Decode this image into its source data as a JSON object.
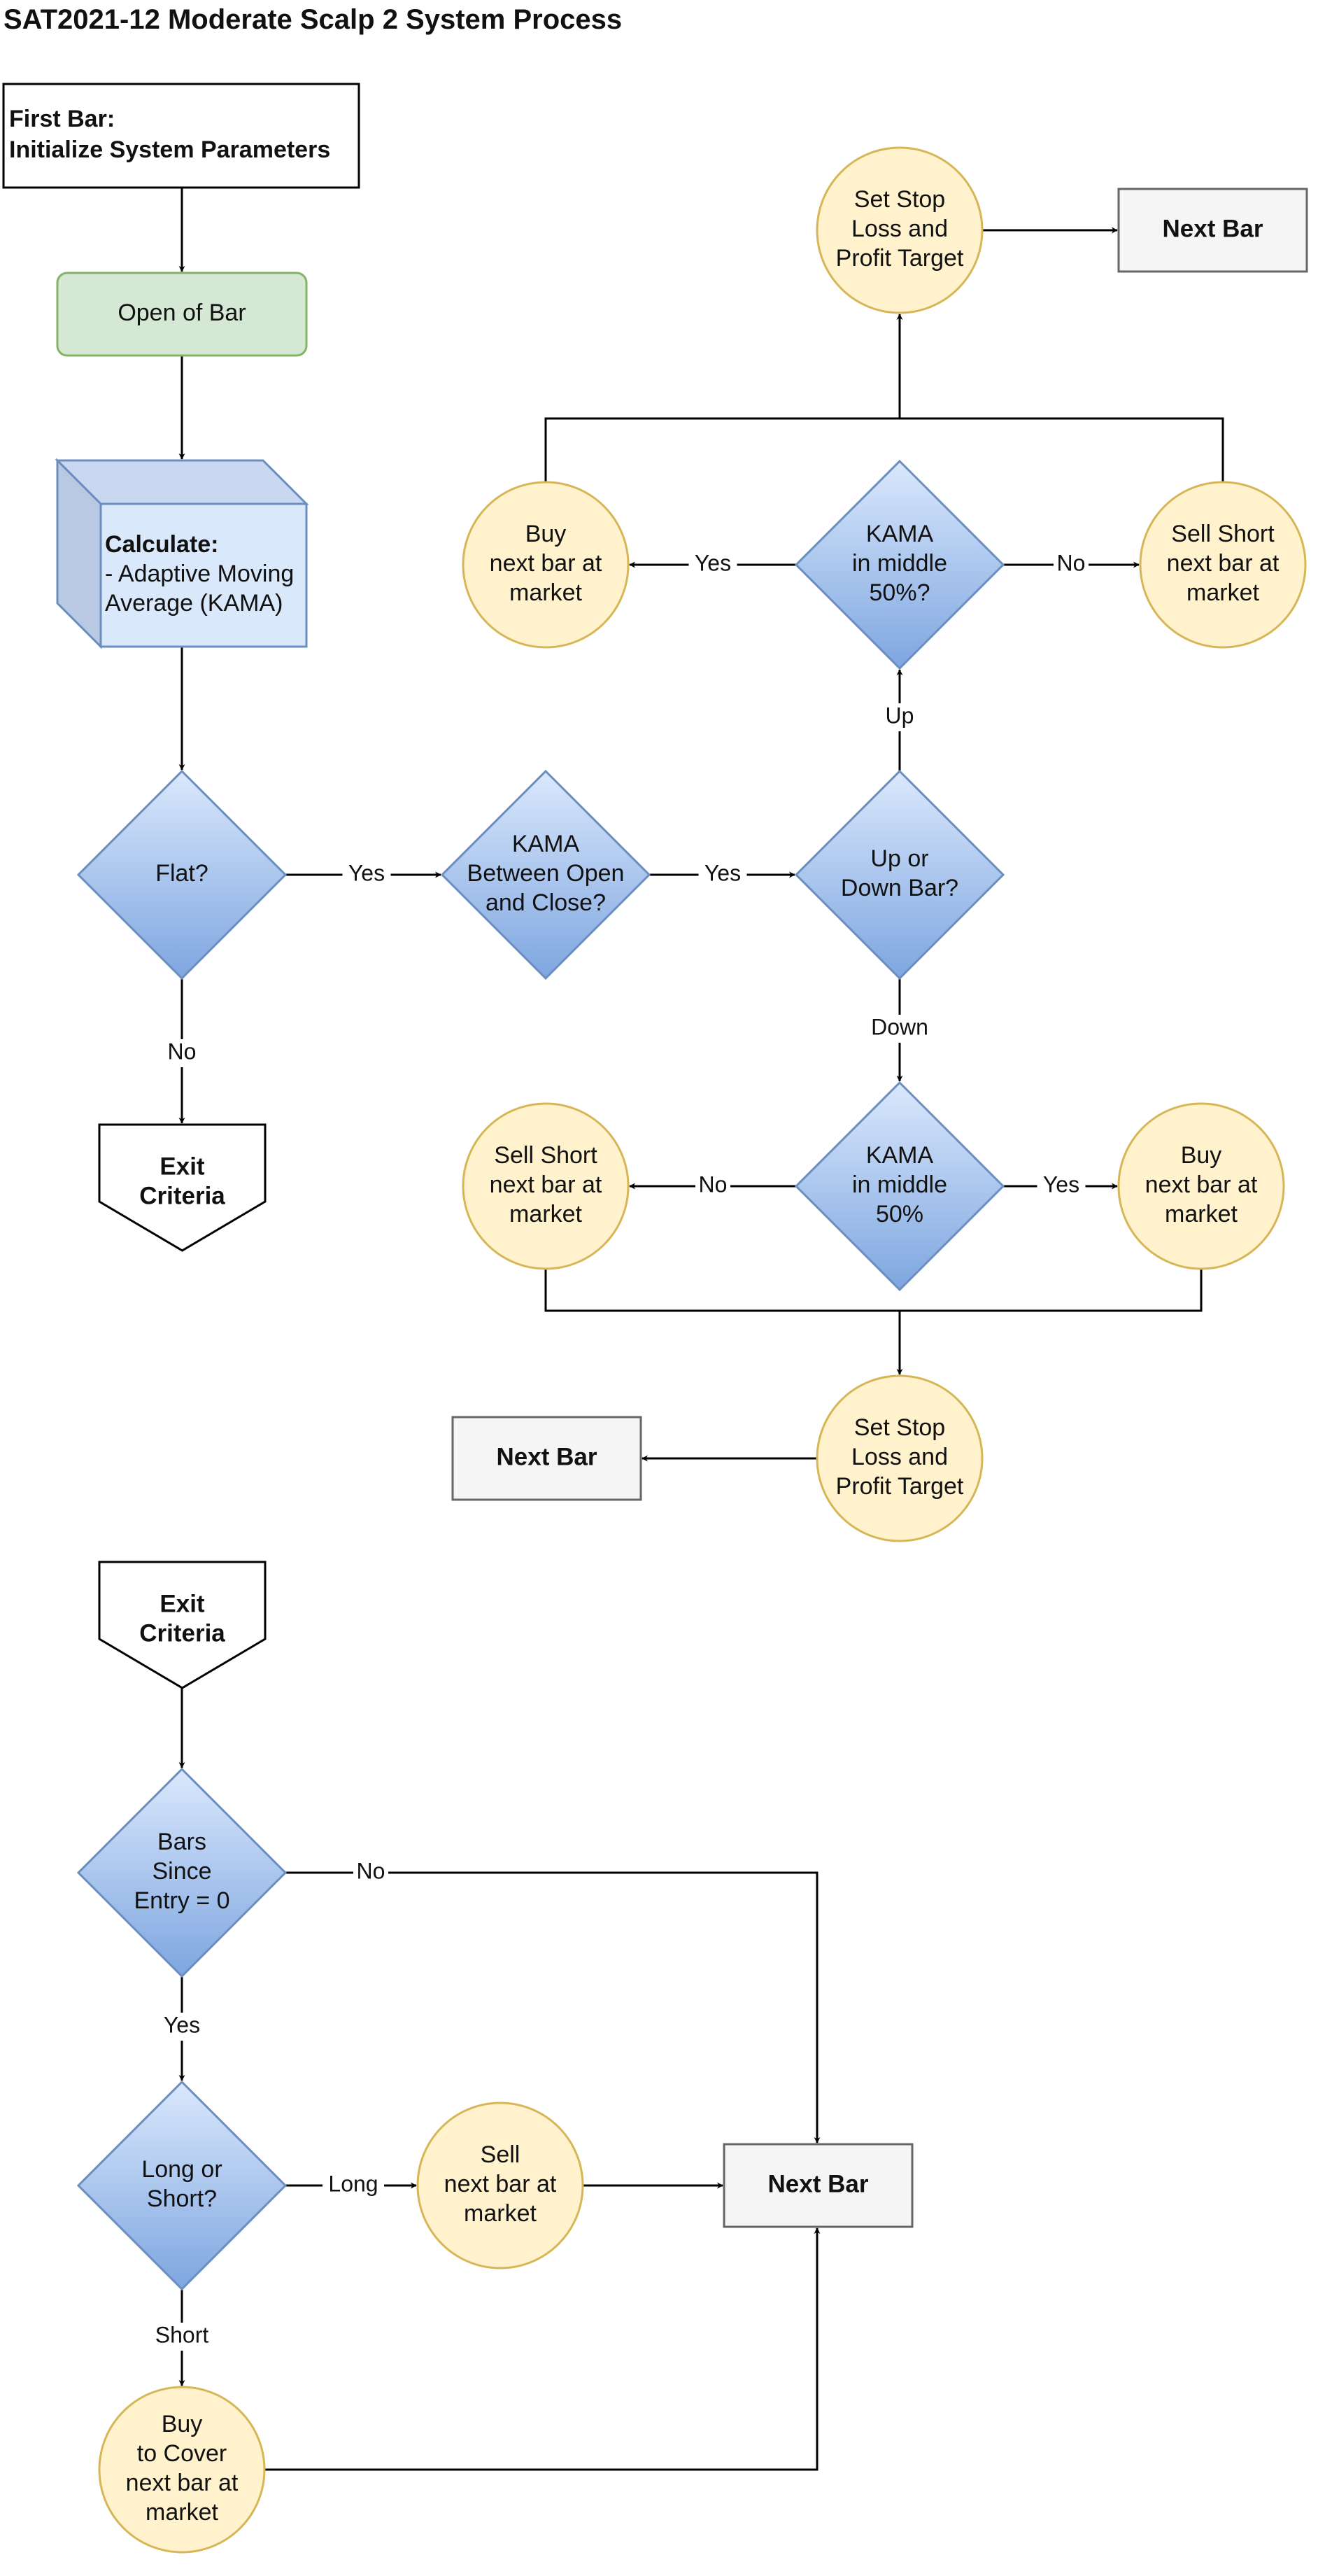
{
  "title": "SAT2021-12 Moderate Scalp 2 System Process",
  "colors": {
    "stroke": "#000000",
    "green_fill": "#d5e8d4",
    "green_stroke": "#82b366",
    "blue_fill": "#dae8fc",
    "blue_stroke": "#6c8ebf",
    "diamond_top": "#dae8fc",
    "diamond_bottom": "#7ea6e0",
    "yellow_fill": "#fff2cc",
    "yellow_stroke": "#d6b656",
    "gray_fill": "#f5f5f5",
    "gray_stroke": "#666666"
  },
  "nodes": [
    {
      "id": "first-bar",
      "kind": "rect-plain",
      "lines": [
        "First Bar:",
        "Initialize System Parameters"
      ],
      "bold": true,
      "align": "left"
    },
    {
      "id": "open-of-bar",
      "kind": "rect-green",
      "lines": [
        "Open of Bar"
      ]
    },
    {
      "id": "calculate",
      "kind": "cube",
      "lines": [
        "Calculate:",
        "- Adaptive Moving",
        "Average (KAMA)"
      ],
      "bold_first": true,
      "align": "left"
    },
    {
      "id": "flat",
      "kind": "diamond",
      "lines": [
        "Flat?"
      ]
    },
    {
      "id": "kama-between",
      "kind": "diamond",
      "lines": [
        "KAMA",
        "Between Open",
        "and Close?"
      ]
    },
    {
      "id": "up-down",
      "kind": "diamond",
      "lines": [
        "Up or",
        "Down Bar?"
      ]
    },
    {
      "id": "kama-middle-up",
      "kind": "diamond",
      "lines": [
        "KAMA",
        "in middle",
        "50%?"
      ]
    },
    {
      "id": "kama-middle-down",
      "kind": "diamond",
      "lines": [
        "KAMA",
        "in middle",
        "50%"
      ]
    },
    {
      "id": "buy-top",
      "kind": "circle",
      "lines": [
        "Buy",
        "next bar at",
        "market"
      ]
    },
    {
      "id": "sell-short-top",
      "kind": "circle",
      "lines": [
        "Sell Short",
        "next bar at",
        "market"
      ]
    },
    {
      "id": "stop-top",
      "kind": "circle",
      "lines": [
        "Set Stop",
        "Loss and",
        "Profit Target"
      ]
    },
    {
      "id": "next-bar-top",
      "kind": "rect-gray",
      "lines": [
        "Next Bar"
      ],
      "bold": true
    },
    {
      "id": "sell-short-mid",
      "kind": "circle",
      "lines": [
        "Sell Short",
        "next bar at",
        "market"
      ]
    },
    {
      "id": "buy-mid",
      "kind": "circle",
      "lines": [
        "Buy",
        "next bar at",
        "market"
      ]
    },
    {
      "id": "stop-mid",
      "kind": "circle",
      "lines": [
        "Set Stop",
        "Loss and",
        "Profit Target"
      ]
    },
    {
      "id": "next-bar-mid",
      "kind": "rect-gray",
      "lines": [
        "Next Bar"
      ],
      "bold": true
    },
    {
      "id": "exit-criteria-1",
      "kind": "pentagon",
      "lines": [
        "Exit",
        "Criteria"
      ],
      "bold": true
    },
    {
      "id": "exit-criteria-2",
      "kind": "pentagon",
      "lines": [
        "Exit",
        "Criteria"
      ],
      "bold": true
    },
    {
      "id": "bars-since",
      "kind": "diamond",
      "lines": [
        "Bars",
        "Since",
        "Entry = 0"
      ]
    },
    {
      "id": "long-short",
      "kind": "diamond",
      "lines": [
        "Long or",
        "Short?"
      ]
    },
    {
      "id": "sell-bottom",
      "kind": "circle",
      "lines": [
        "Sell",
        "next bar at",
        "market"
      ]
    },
    {
      "id": "next-bar-bottom",
      "kind": "rect-gray",
      "lines": [
        "Next Bar"
      ],
      "bold": true
    },
    {
      "id": "buy-cover",
      "kind": "circle",
      "lines": [
        "Buy",
        "to Cover",
        "next bar at",
        "market"
      ]
    }
  ],
  "edge_labels": {
    "flat_yes": "Yes",
    "flat_no": "No",
    "between_yes": "Yes",
    "up": "Up",
    "down": "Down",
    "middle_up_yes": "Yes",
    "middle_up_no": "No",
    "middle_down_no": "No",
    "middle_down_yes": "Yes",
    "bars_since_no": "No",
    "bars_since_yes": "Yes",
    "long": "Long",
    "short": "Short"
  }
}
